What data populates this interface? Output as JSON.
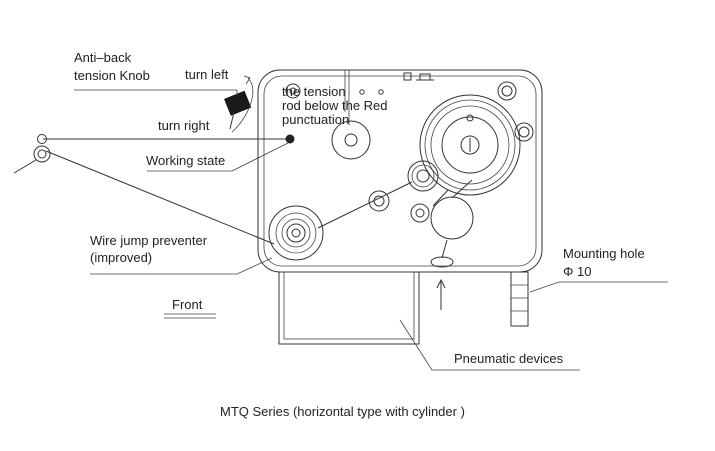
{
  "labels": {
    "anti_back_1": "Anti–back",
    "anti_back_2": "tension Knob",
    "turn_left": "turn left",
    "turn_right": "turn right",
    "working_state": "Working state",
    "tension_rod_1": "the tension",
    "tension_rod_2": "rod below the Red",
    "tension_rod_3": "punctuation",
    "wire_jump_1": "Wire jump preventer",
    "wire_jump_2": "(improved)",
    "front": "Front",
    "mounting_hole_1": "Mounting hole",
    "mounting_hole_2": "Φ 10",
    "pneumatic": "Pneumatic devices"
  },
  "caption": "MTQ Series (horizontal type with cylinder )"
}
